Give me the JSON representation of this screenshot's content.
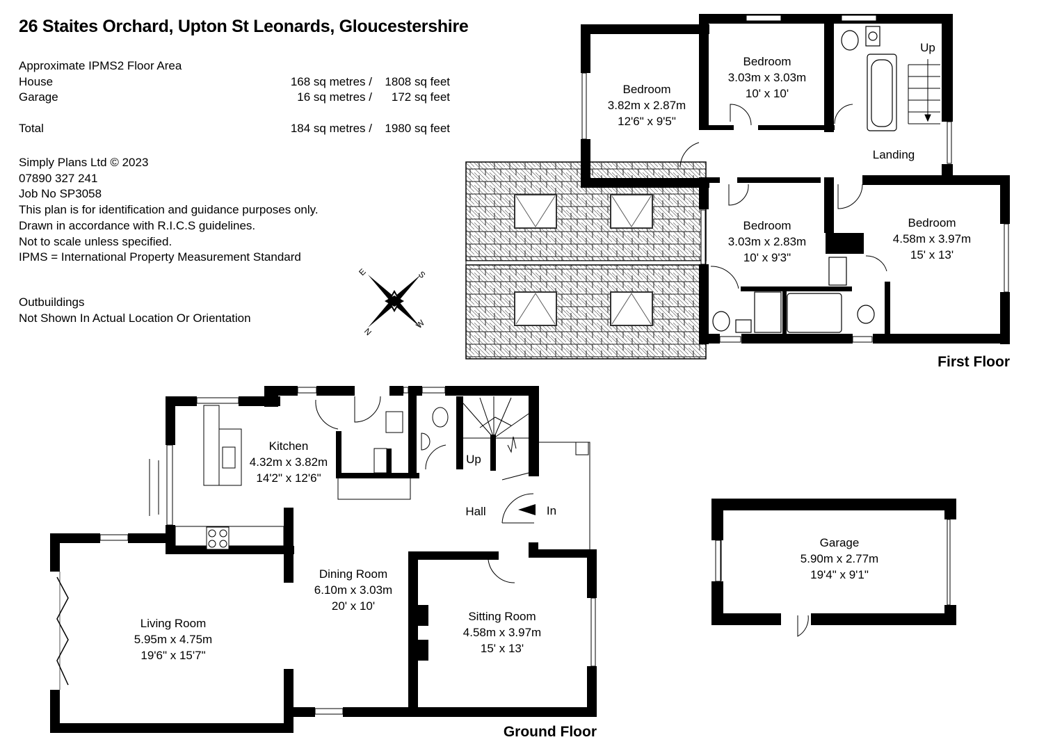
{
  "header": {
    "title": "26 Staites Orchard, Upton St Leonards, Gloucestershire"
  },
  "floor_area": {
    "heading": "Approximate IPMS2 Floor Area",
    "rows": [
      {
        "label": "House",
        "metres": "168 sq metres /",
        "feet": "1808 sq feet"
      },
      {
        "label": "Garage",
        "metres": "16 sq metres /",
        "feet": "172 sq feet"
      },
      {
        "label": "",
        "metres": "",
        "feet": ""
      },
      {
        "label": "Total",
        "metres": "184 sq metres /",
        "feet": "1980 sq feet"
      }
    ]
  },
  "notes": [
    "Simply Plans Ltd © 2023",
    "07890 327 241",
    "Job No SP3058",
    "This plan is for identification and guidance purposes only.",
    "Drawn in accordance with R.I.C.S guidelines.",
    "Not to scale unless specified.",
    "IPMS = International Property Measurement Standard"
  ],
  "outbuildings": {
    "heading": "Outbuildings",
    "note": "Not Shown In Actual Location Or Orientation"
  },
  "compass": {
    "icon": "compass-rose-icon",
    "n": "N",
    "e": "E",
    "s": "S",
    "w": "W"
  },
  "first_floor": {
    "label": "First Floor",
    "rooms": [
      {
        "name": "Bedroom",
        "metric": "3.82m x 2.87m",
        "imperial": "12'6\" x 9'5\""
      },
      {
        "name": "Bedroom",
        "metric": "3.03m x 3.03m",
        "imperial": "10' x 10'"
      },
      {
        "name": "Landing",
        "metric": "",
        "imperial": ""
      },
      {
        "name": "Bedroom",
        "metric": "3.03m x 2.83m",
        "imperial": "10' x 9'3\""
      },
      {
        "name": "Bedroom",
        "metric": "4.58m x 3.97m",
        "imperial": "15' x 13'"
      }
    ],
    "stairs_label": "Up"
  },
  "ground_floor": {
    "label": "Ground Floor",
    "rooms": [
      {
        "name": "Kitchen",
        "metric": "4.32m x 3.82m",
        "imperial": "14'2\" x 12'6\""
      },
      {
        "name": "Hall",
        "metric": "",
        "imperial": ""
      },
      {
        "name": "Dining Room",
        "metric": "6.10m x 3.03m",
        "imperial": "20' x 10'"
      },
      {
        "name": "Living Room",
        "metric": "5.95m x 4.75m",
        "imperial": "19'6\" x 15'7\""
      },
      {
        "name": "Sitting Room",
        "metric": "4.58m x 3.97m",
        "imperial": "15' x 13'"
      }
    ],
    "stairs_label": "Up",
    "entrance_label": "In"
  },
  "garage": {
    "name": "Garage",
    "metric": "5.90m x 2.77m",
    "imperial": "19'4\" x 9'1\""
  }
}
